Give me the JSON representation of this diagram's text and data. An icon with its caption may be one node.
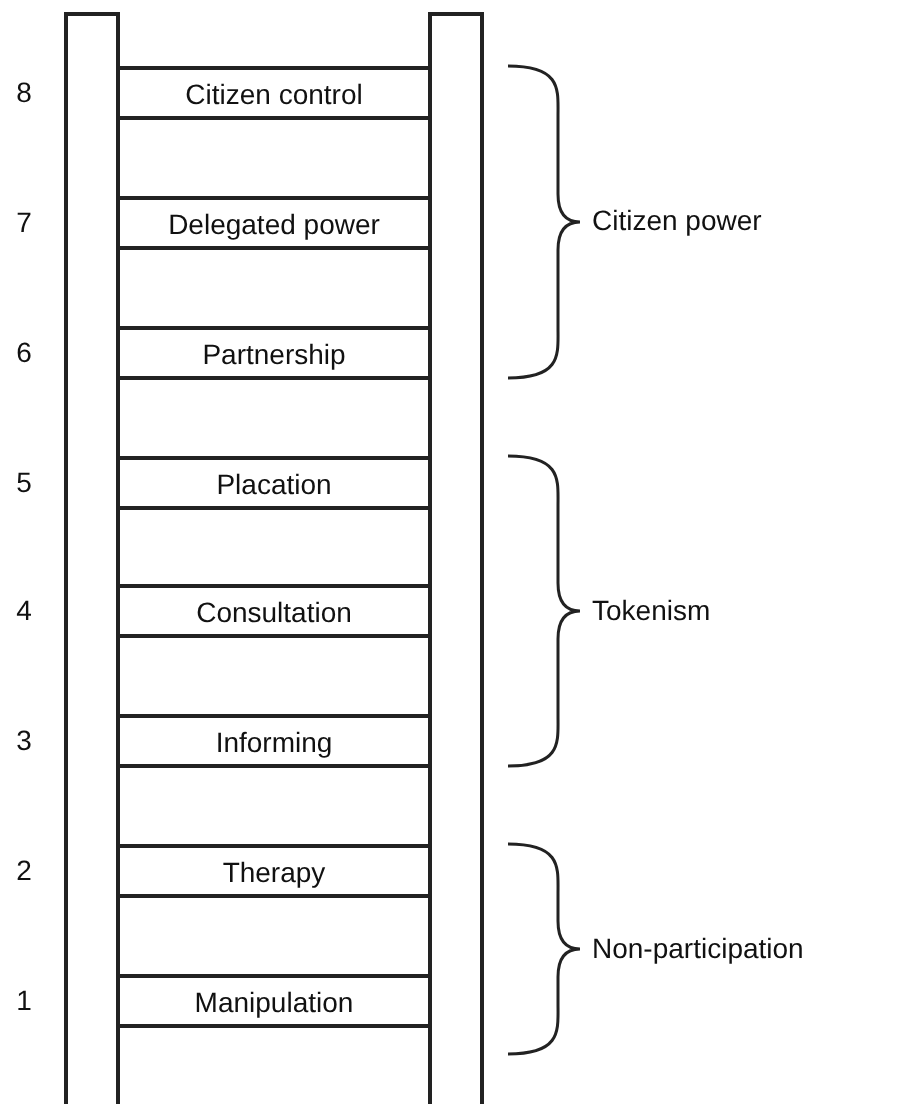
{
  "diagram": {
    "nodes": [
      {
        "text": [
          "Citizen control"
        ],
        "beside": [
          "8"
        ]
      },
      {
        "text": [
          "Delegated power"
        ],
        "beside": [
          "7"
        ]
      },
      {
        "text": [
          "Partnership"
        ],
        "beside": [
          "6"
        ]
      },
      {
        "text": [
          "Placation"
        ],
        "beside": [
          "5"
        ]
      },
      {
        "text": [
          "Consultation"
        ],
        "beside": [
          "4"
        ]
      },
      {
        "text": [
          "Informing"
        ],
        "beside": [
          "3"
        ]
      },
      {
        "text": [
          "Therapy"
        ],
        "beside": [
          "2"
        ]
      },
      {
        "text": [
          "Manipulation"
        ],
        "beside": [
          "1"
        ]
      }
    ],
    "labels": [
      "Citizen power",
      "Tokenism",
      "Non-participation"
    ]
  }
}
